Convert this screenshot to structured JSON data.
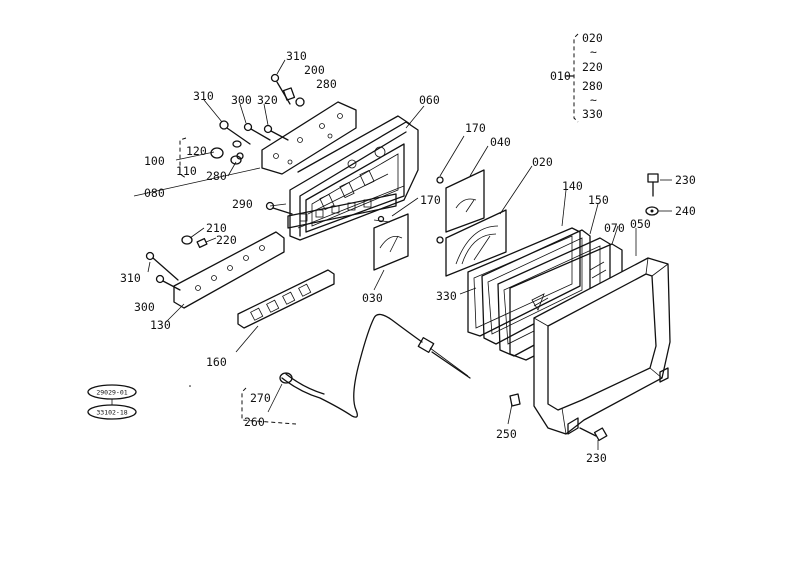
{
  "diagram": {
    "labels": {
      "p010": "010",
      "p020a": "020",
      "tilde1": "~",
      "p220a": "220",
      "p280a": "280",
      "tilde2": "~",
      "p330a": "330",
      "p310a": "310",
      "p200": "200",
      "p280b": "280",
      "p310b": "310",
      "p300a": "300",
      "p320": "320",
      "p060": "060",
      "p170a": "170",
      "p040": "040",
      "p020b": "020",
      "p120": "120",
      "p100": "100",
      "p110": "110",
      "p280c": "280",
      "p080": "080",
      "p230a": "230",
      "p240": "240",
      "p140": "140",
      "p150": "150",
      "p070": "070",
      "p050": "050",
      "p290": "290",
      "p170b": "170",
      "p210": "210",
      "p220b": "220",
      "p310c": "310",
      "p300b": "300",
      "p130": "130",
      "p030": "030",
      "p330b": "330",
      "p160": "160",
      "p270": "270",
      "p260": "260",
      "p250": "250",
      "p230b": "230"
    },
    "refs": {
      "ref1": "29029-01",
      "ref2": "33102-18"
    }
  }
}
